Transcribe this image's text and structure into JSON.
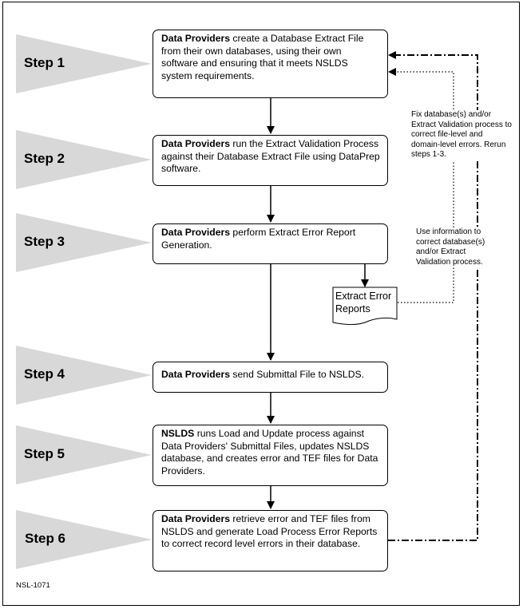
{
  "steps": [
    {
      "label": "Step 1",
      "actor": "Data Providers",
      "text": " create a Database Extract File from their own databases, using their own software and ensuring that it meets NSLDS system requirements."
    },
    {
      "label": "Step 2",
      "actor": "Data Providers",
      "text": " run the Extract Validation Process against their Database Extract File using DataPrep software."
    },
    {
      "label": "Step 3",
      "actor": "Data Providers",
      "text": " perform Extract Error Report Generation."
    },
    {
      "label": "Step 4",
      "actor": "Data Providers",
      "text": " send Submittal File to NSLDS."
    },
    {
      "label": "Step 5",
      "actor": "NSLDS",
      "text": " runs Load and Update process against Data Providers' Submittal Files, updates NSLDS database, and creates error and TEF files for Data Providers."
    },
    {
      "label": "Step 6",
      "actor": "Data Providers",
      "text": " retrieve error and TEF files from NSLDS and generate Load Process Error Reports to correct record level errors in their database."
    }
  ],
  "notes": {
    "fix": "Fix database(s) and/or Extract Validation process to correct file-level and domain-level errors. Rerun steps 1-3.",
    "use": "Use information to correct database(s) and/or Extract Validation process."
  },
  "document": {
    "label": "Extract Error Reports"
  },
  "footer": "NSL-1071",
  "colors": {
    "triangle": "#d8d8d8",
    "line": "#000000"
  }
}
